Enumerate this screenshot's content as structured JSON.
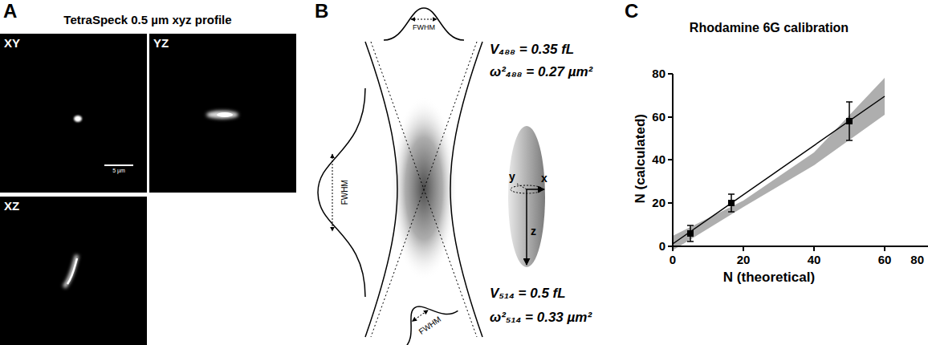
{
  "diagram": {
    "nodes": [
      {
        "text": [
          "XY"
        ]
      },
      {
        "text": [
          "YZ"
        ]
      },
      {
        "text": [
          "XZ"
        ]
      }
    ],
    "labels": [
      "A",
      "TetraSpeck 0.5 µm xyz profile",
      "5 µm",
      "B",
      "FWHM",
      "FWHM",
      "FWHM",
      "V₄₈₈ = 0.35 fL",
      "ω²₄₈₈ = 0.27 µm²",
      "y",
      "x",
      "z",
      "V₅₁₄ = 0.5 fL",
      "ω²₅₁₄ = 0.33 µm²",
      "C",
      "Rhodamine 6G calibration",
      "N (calculated)",
      "N (theoretical)",
      "0",
      "20",
      "40",
      "60",
      "80",
      "0",
      "20",
      "40",
      "60",
      "80"
    ]
  }
}
